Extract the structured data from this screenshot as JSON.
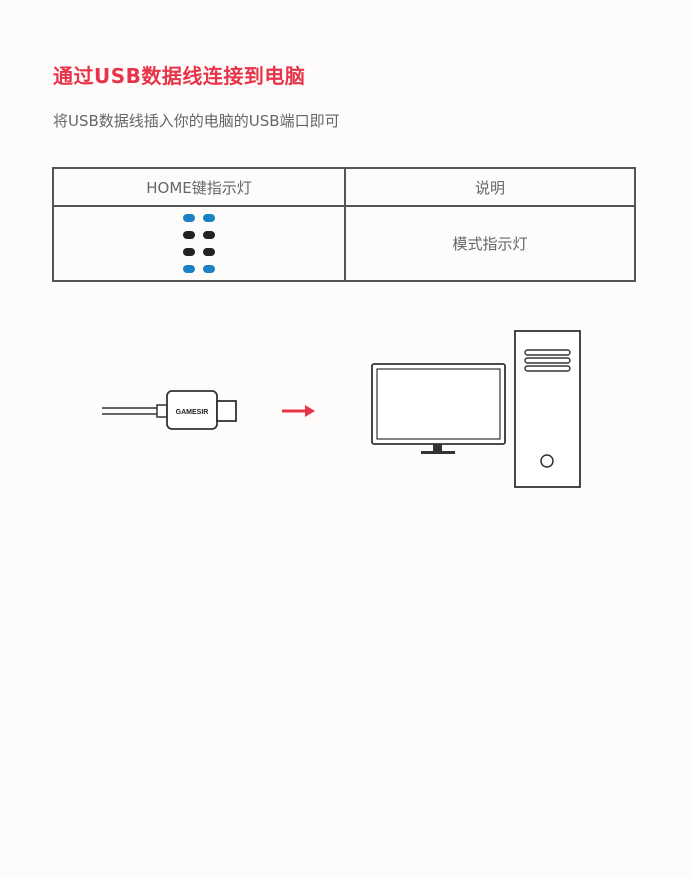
{
  "heading": "通过USB数据线连接到电脑",
  "instruction": "将USB数据线插入你的电脑的USB端口即可",
  "table": {
    "headers": [
      "HOME键指示灯",
      "说明"
    ],
    "rows": [
      {
        "led_pattern": [
          "blue",
          "black",
          "black",
          "blue"
        ],
        "description": "模式指示灯"
      }
    ]
  },
  "colors": {
    "heading": "#e8344a",
    "led_blue": "#1a82c4",
    "led_black": "#222222",
    "arrow": "#e8344a"
  },
  "illustration": {
    "cable_brand": "GAMESIR",
    "arrow_icon": "arrow-right-icon",
    "monitor_icon": "monitor-icon",
    "tower_icon": "pc-tower-icon"
  }
}
